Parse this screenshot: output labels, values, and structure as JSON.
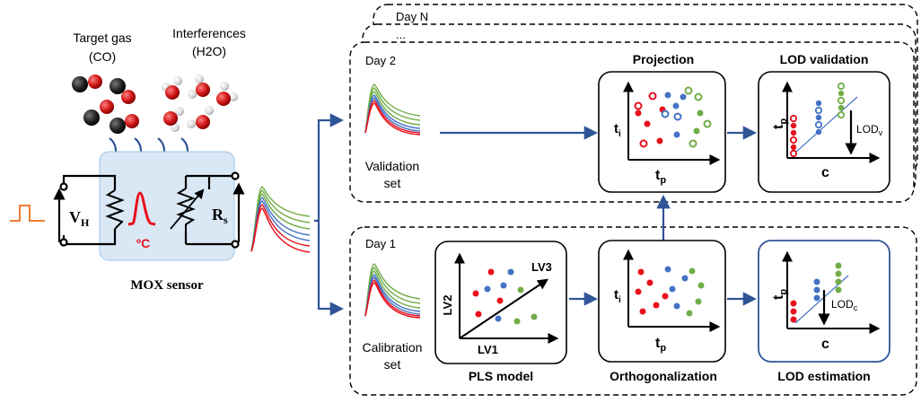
{
  "molecules": {
    "target_line1": "Target gas",
    "target_line2": "(CO)",
    "interf_line1": "Interferences",
    "interf_line2": "(H2O)"
  },
  "sensor": {
    "vh_main": "V",
    "vh_sub": "H",
    "rs_main": "R",
    "rs_sub": "s",
    "temp_unit": "ºC",
    "caption": "MOX sensor"
  },
  "panels": {
    "day_n": "Day N",
    "ellipsis": "...",
    "day_2": "Day 2",
    "day_1": "Day 1"
  },
  "validation_set": {
    "line1": "Validation",
    "line2": "set"
  },
  "calibration_set": {
    "line1": "Calibration",
    "line2": "set"
  },
  "boxes": {
    "projection_title": "Projection",
    "lod_validation_title": "LOD validation",
    "pls_title": "PLS model",
    "orthogonalization_title": "Orthogonalization",
    "lod_estimation_title": "LOD estimation"
  },
  "axes": {
    "tp": "t",
    "tp_sub": "p",
    "ti": "t",
    "ti_sub": "i",
    "c": "c",
    "lv1": "LV1",
    "lv2": "LV2",
    "lv3": "LV3"
  },
  "lod": {
    "lodv_main": "LOD",
    "lodv_sub": "v",
    "lodc_main": "LOD",
    "lodc_sub": "c"
  },
  "colors": {
    "red": "#e8101c",
    "blue": "#4472c4",
    "green": "#70ad47",
    "arrow": "#2f5597",
    "sensor_fill": "#dae8f5",
    "pulse": "#ed7d31"
  }
}
